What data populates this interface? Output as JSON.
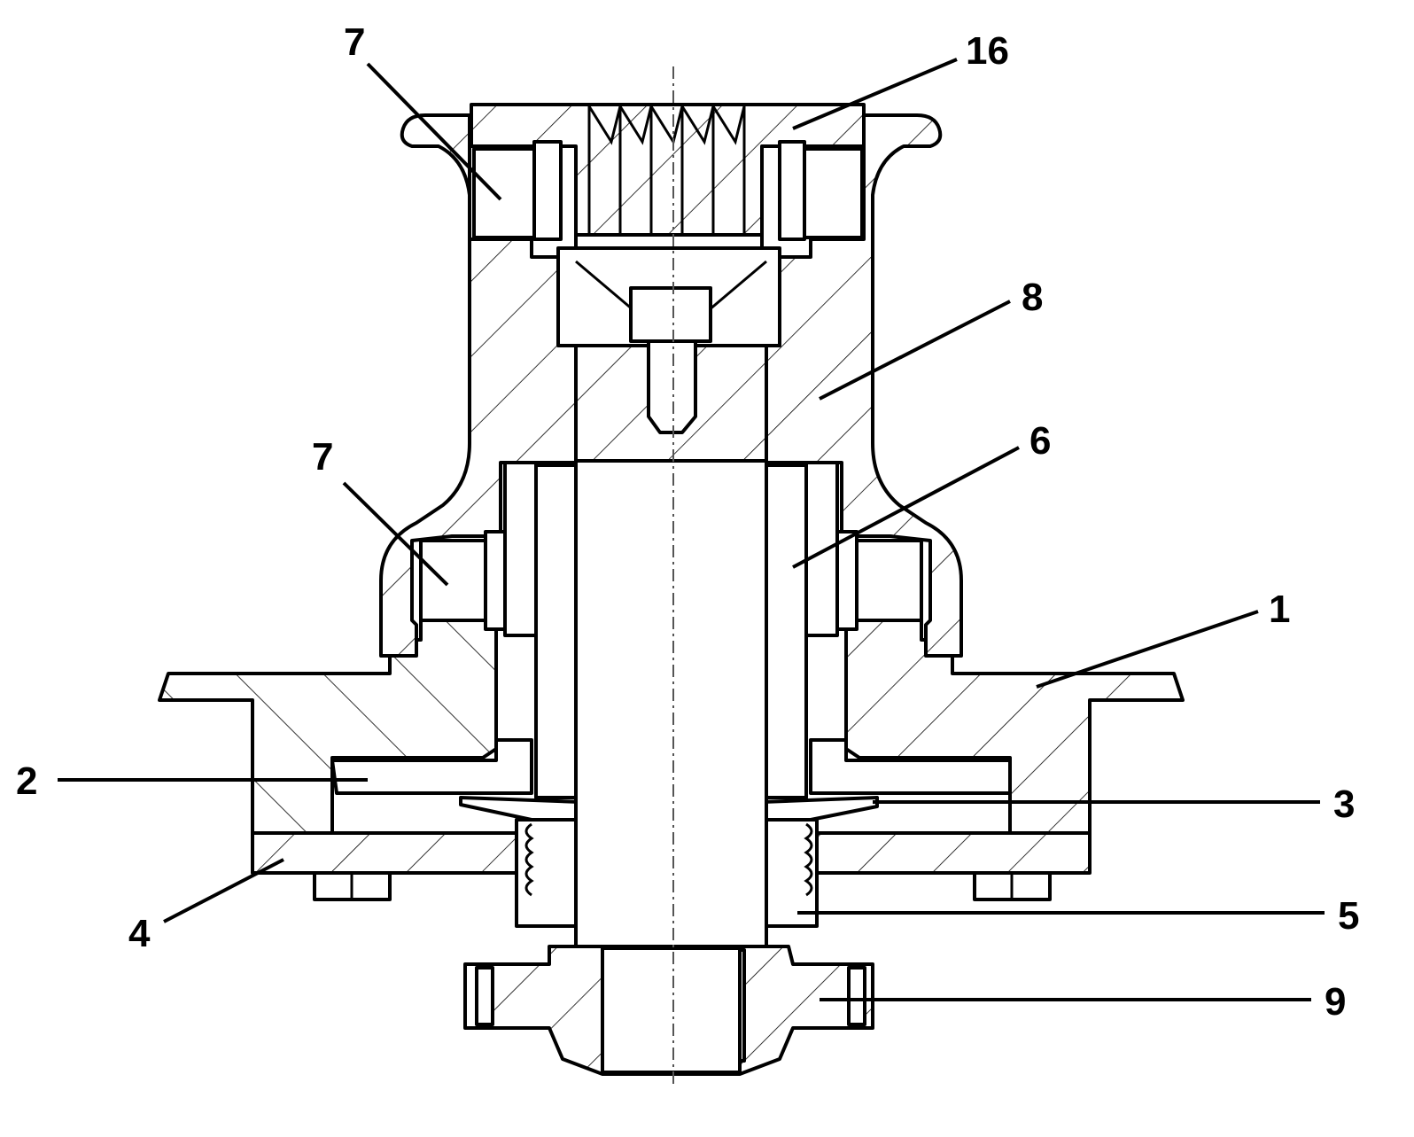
{
  "diagram": {
    "callouts": [
      {
        "id": "label-7-top",
        "text": "7"
      },
      {
        "id": "label-16",
        "text": "16"
      },
      {
        "id": "label-8",
        "text": "8"
      },
      {
        "id": "label-7-mid",
        "text": "7"
      },
      {
        "id": "label-6",
        "text": "6"
      },
      {
        "id": "label-1",
        "text": "1"
      },
      {
        "id": "label-2",
        "text": "2"
      },
      {
        "id": "label-3",
        "text": "3"
      },
      {
        "id": "label-4",
        "text": "4"
      },
      {
        "id": "label-5",
        "text": "5"
      },
      {
        "id": "label-9",
        "text": "9"
      }
    ]
  }
}
